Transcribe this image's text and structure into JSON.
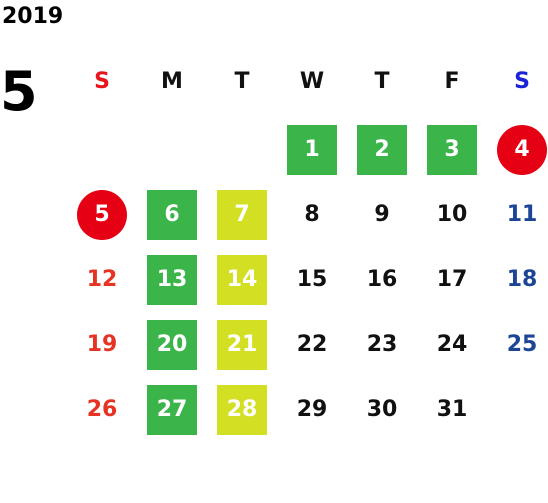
{
  "calendar": {
    "year": "2019",
    "month": "5",
    "weekdays": [
      "S",
      "M",
      "T",
      "W",
      "T",
      "F",
      "S"
    ],
    "colors": {
      "green": "#3bb44a",
      "yellow_green": "#d3df22",
      "red_circle": "#e60013",
      "sunday_text": "#e63323",
      "saturday_text": "#1d4595",
      "sunday_header": "#e8141c",
      "saturday_header": "#1a23d6"
    },
    "weeks": [
      [
        {
          "day": "",
          "style": ""
        },
        {
          "day": "",
          "style": ""
        },
        {
          "day": "",
          "style": ""
        },
        {
          "day": "1",
          "style": "green"
        },
        {
          "day": "2",
          "style": "green"
        },
        {
          "day": "3",
          "style": "green"
        },
        {
          "day": "4",
          "style": "red-circle"
        }
      ],
      [
        {
          "day": "5",
          "style": "red-circle"
        },
        {
          "day": "6",
          "style": "green"
        },
        {
          "day": "7",
          "style": "yellow-green"
        },
        {
          "day": "8",
          "style": ""
        },
        {
          "day": "9",
          "style": ""
        },
        {
          "day": "10",
          "style": ""
        },
        {
          "day": "11",
          "style": ""
        }
      ],
      [
        {
          "day": "12",
          "style": ""
        },
        {
          "day": "13",
          "style": "green"
        },
        {
          "day": "14",
          "style": "yellow-green"
        },
        {
          "day": "15",
          "style": ""
        },
        {
          "day": "16",
          "style": ""
        },
        {
          "day": "17",
          "style": ""
        },
        {
          "day": "18",
          "style": ""
        }
      ],
      [
        {
          "day": "19",
          "style": ""
        },
        {
          "day": "20",
          "style": "green"
        },
        {
          "day": "21",
          "style": "yellow-green"
        },
        {
          "day": "22",
          "style": ""
        },
        {
          "day": "23",
          "style": ""
        },
        {
          "day": "24",
          "style": ""
        },
        {
          "day": "25",
          "style": ""
        }
      ],
      [
        {
          "day": "26",
          "style": ""
        },
        {
          "day": "27",
          "style": "green"
        },
        {
          "day": "28",
          "style": "yellow-green"
        },
        {
          "day": "29",
          "style": ""
        },
        {
          "day": "30",
          "style": ""
        },
        {
          "day": "31",
          "style": ""
        },
        {
          "day": "",
          "style": ""
        }
      ]
    ]
  }
}
